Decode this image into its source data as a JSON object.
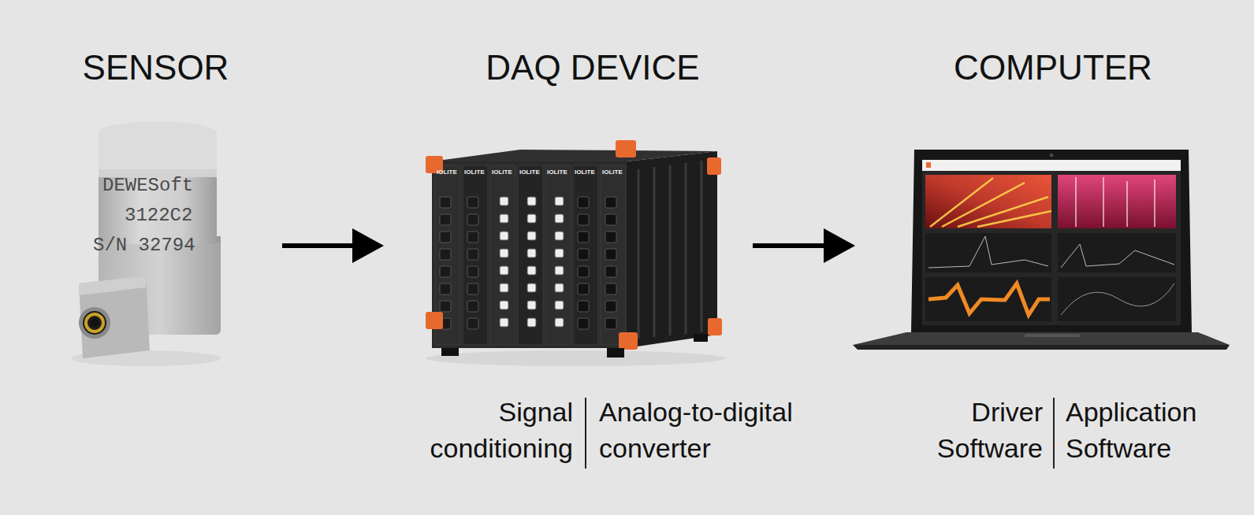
{
  "diagram": {
    "nodes": [
      {
        "text": [
          "SENSOR"
        ]
      },
      {
        "text": [
          "DAQ DEVICE",
          "Signal conditioning",
          "Analog-to-digital converter"
        ]
      },
      {
        "text": [
          "COMPUTER",
          "Driver Software",
          "Application Software"
        ]
      }
    ],
    "edges": [
      {
        "from": 0,
        "to": 1,
        "arrow": "to"
      },
      {
        "from": 1,
        "to": 2,
        "arrow": "to"
      }
    ],
    "labels": [
      "DEWESoft",
      "3122C2",
      "S/N 32794",
      "IOLITE",
      "IOLITE",
      "IOLITE",
      "IOLITE",
      "IOLITE",
      "IOLITE",
      "IOLITE"
    ]
  }
}
